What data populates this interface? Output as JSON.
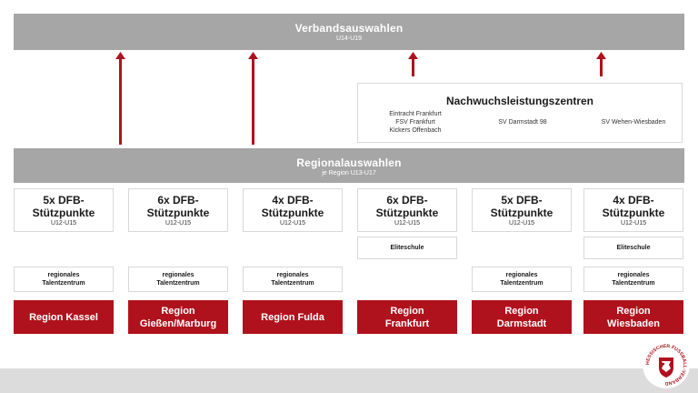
{
  "top_bar": {
    "title": "Verbandsauswahlen",
    "sub": "U14-U19"
  },
  "nlz": {
    "title": "Nachwuchsleistungszentren",
    "clubs_left": [
      "Eintracht Frankfurt",
      "FSV Frankfurt",
      "Kickers Offenbach"
    ],
    "club_darmstadt": "SV Darmstadt 98",
    "club_wiesbaden": "SV Wehen-Wiesbaden"
  },
  "mid_bar": {
    "title": "Regionalauswahlen",
    "sub": "je Region U13-U17"
  },
  "columns": [
    {
      "dfb_line1": "5x DFB-",
      "dfb_line2": "Stützpunkte",
      "dfb_sub": "U12-U15",
      "elite": "",
      "talent_line1": "regionales",
      "talent_line2": "Talentzentrum",
      "region_line1": "Region Kassel",
      "region_line2": ""
    },
    {
      "dfb_line1": "6x DFB-",
      "dfb_line2": "Stützpunkte",
      "dfb_sub": "U12-U15",
      "elite": "",
      "talent_line1": "regionales",
      "talent_line2": "Talentzentrum",
      "region_line1": "Region",
      "region_line2": "Gießen/Marburg"
    },
    {
      "dfb_line1": "4x DFB-",
      "dfb_line2": "Stützpunkte",
      "dfb_sub": "U12-U15",
      "elite": "",
      "talent_line1": "regionales",
      "talent_line2": "Talentzentrum",
      "region_line1": "Region Fulda",
      "region_line2": ""
    },
    {
      "dfb_line1": "6x DFB-",
      "dfb_line2": "Stützpunkte",
      "dfb_sub": "U12-U15",
      "elite": "Eliteschule",
      "talent_line1": "",
      "talent_line2": "",
      "region_line1": "Region",
      "region_line2": "Frankfurt"
    },
    {
      "dfb_line1": "5x DFB-",
      "dfb_line2": "Stützpunkte",
      "dfb_sub": "U12-U15",
      "elite": "",
      "talent_line1": "regionales",
      "talent_line2": "Talentzentrum",
      "region_line1": "Region",
      "region_line2": "Darmstadt"
    },
    {
      "dfb_line1": "4x DFB-",
      "dfb_line2": "Stützpunkte",
      "dfb_sub": "U12-U15",
      "elite": "Eliteschule",
      "talent_line1": "regionales",
      "talent_line2": "Talentzentrum",
      "region_line1": "Region",
      "region_line2": "Wiesbaden"
    }
  ],
  "colors": {
    "accent": "#b0121d",
    "bar_gray": "#a6a6a6",
    "border": "#d9d9d9"
  },
  "logo": {
    "text": "HESSISCHER FUSSBALL-VERBAND",
    "icon": "hfv-lion-crest-icon"
  }
}
